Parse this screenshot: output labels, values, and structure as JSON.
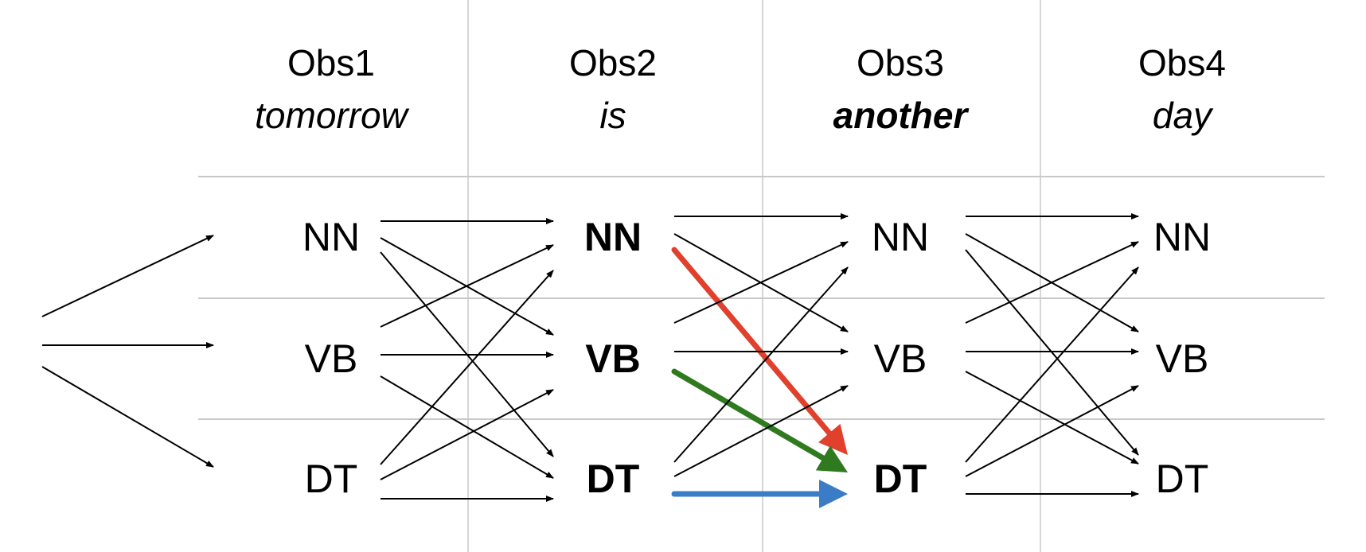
{
  "columns": [
    {
      "obs": "Obs1",
      "word": "tomorrow",
      "word_bold": false,
      "bold_states": []
    },
    {
      "obs": "Obs2",
      "word": "is",
      "word_bold": false,
      "bold_states": [
        "NN",
        "VB",
        "DT"
      ]
    },
    {
      "obs": "Obs3",
      "word": "another",
      "word_bold": true,
      "bold_states": [
        "DT"
      ]
    },
    {
      "obs": "Obs4",
      "word": "day",
      "word_bold": false,
      "bold_states": []
    }
  ],
  "states": [
    "NN",
    "VB",
    "DT"
  ],
  "highlighted_transitions": [
    {
      "step": 2,
      "from": "NN",
      "to": "DT",
      "color": "#e0402c"
    },
    {
      "step": 2,
      "from": "VB",
      "to": "DT",
      "color": "#2f7a1f"
    },
    {
      "step": 2,
      "from": "DT",
      "to": "DT",
      "color": "#3b7cc6"
    }
  ],
  "colors": {
    "edge": "#000000",
    "grid": "#c8c8c8"
  }
}
